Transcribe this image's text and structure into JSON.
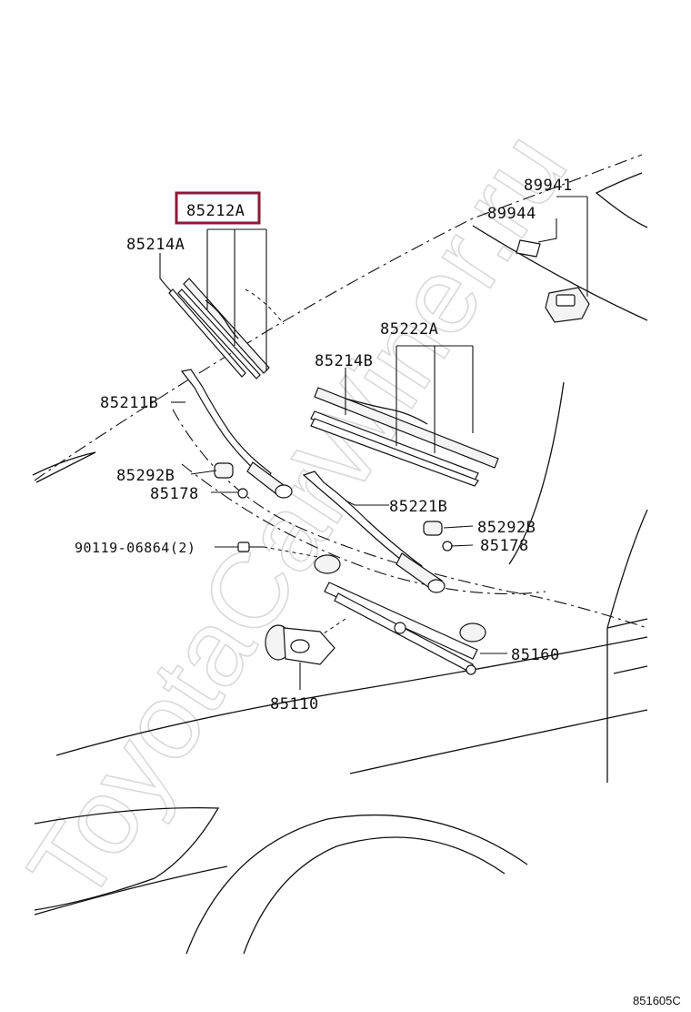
{
  "watermark": "ToyotaCarWiner.ru",
  "diagram_code": "851605C",
  "highlight_color": "#8b1a3a",
  "parts": [
    {
      "id": "p85212A",
      "label": "85212A",
      "highlighted": true
    },
    {
      "id": "p85214A",
      "label": "85214A"
    },
    {
      "id": "p89941",
      "label": "89941"
    },
    {
      "id": "p89944",
      "label": "89944"
    },
    {
      "id": "p85222A",
      "label": "85222A"
    },
    {
      "id": "p85214B",
      "label": "85214B"
    },
    {
      "id": "p85211B",
      "label": "85211B"
    },
    {
      "id": "p85292B_l",
      "label": "85292B"
    },
    {
      "id": "p85178_l",
      "label": "85178"
    },
    {
      "id": "p85221B",
      "label": "85221B"
    },
    {
      "id": "p85292B_r",
      "label": "85292B"
    },
    {
      "id": "p85178_r",
      "label": "85178"
    },
    {
      "id": "p90119",
      "label": "90119-06864(2)"
    },
    {
      "id": "p85160",
      "label": "85160"
    },
    {
      "id": "p85110",
      "label": "85110"
    }
  ]
}
